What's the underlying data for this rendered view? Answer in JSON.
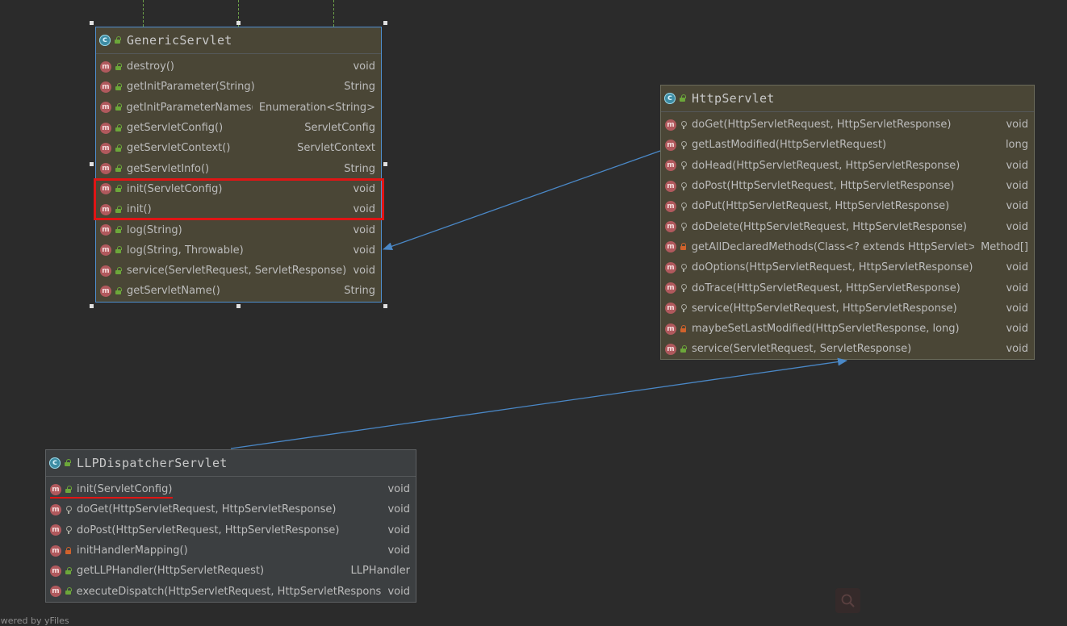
{
  "diagram": {
    "classes": [
      {
        "id": "GenericServlet",
        "name": "GenericServlet",
        "kind_icon": "class-icon",
        "methods": [
          {
            "sig": "destroy()",
            "ret": "void",
            "vis": "public"
          },
          {
            "sig": "getInitParameter(String)",
            "ret": "String",
            "vis": "public"
          },
          {
            "sig": "getInitParameterNames()",
            "ret": "Enumeration<String>",
            "vis": "public"
          },
          {
            "sig": "getServletConfig()",
            "ret": "ServletConfig",
            "vis": "public"
          },
          {
            "sig": "getServletContext()",
            "ret": "ServletContext",
            "vis": "public"
          },
          {
            "sig": "getServletInfo()",
            "ret": "String",
            "vis": "public"
          },
          {
            "sig": "init(ServletConfig)",
            "ret": "void",
            "vis": "public"
          },
          {
            "sig": "init()",
            "ret": "void",
            "vis": "public"
          },
          {
            "sig": "log(String)",
            "ret": "void",
            "vis": "public"
          },
          {
            "sig": "log(String, Throwable)",
            "ret": "void",
            "vis": "public"
          },
          {
            "sig": "service(ServletRequest, ServletResponse)",
            "ret": "void",
            "vis": "public"
          },
          {
            "sig": "getServletName()",
            "ret": "String",
            "vis": "public"
          }
        ]
      },
      {
        "id": "HttpServlet",
        "name": "HttpServlet",
        "kind_icon": "class-icon",
        "methods": [
          {
            "sig": "doGet(HttpServletRequest, HttpServletResponse)",
            "ret": "void",
            "vis": "protected"
          },
          {
            "sig": "getLastModified(HttpServletRequest)",
            "ret": "long",
            "vis": "protected"
          },
          {
            "sig": "doHead(HttpServletRequest, HttpServletResponse)",
            "ret": "void",
            "vis": "protected"
          },
          {
            "sig": "doPost(HttpServletRequest, HttpServletResponse)",
            "ret": "void",
            "vis": "protected"
          },
          {
            "sig": "doPut(HttpServletRequest, HttpServletResponse)",
            "ret": "void",
            "vis": "protected"
          },
          {
            "sig": "doDelete(HttpServletRequest, HttpServletResponse)",
            "ret": "void",
            "vis": "protected"
          },
          {
            "sig": "getAllDeclaredMethods(Class<? extends HttpServlet>)",
            "ret": "Method[]",
            "vis": "private"
          },
          {
            "sig": "doOptions(HttpServletRequest, HttpServletResponse)",
            "ret": "void",
            "vis": "protected"
          },
          {
            "sig": "doTrace(HttpServletRequest, HttpServletResponse)",
            "ret": "void",
            "vis": "protected"
          },
          {
            "sig": "service(HttpServletRequest, HttpServletResponse)",
            "ret": "void",
            "vis": "protected"
          },
          {
            "sig": "maybeSetLastModified(HttpServletResponse, long)",
            "ret": "void",
            "vis": "private"
          },
          {
            "sig": "service(ServletRequest, ServletResponse)",
            "ret": "void",
            "vis": "public"
          }
        ]
      },
      {
        "id": "LLPDispatcherServlet",
        "name": "LLPDispatcherServlet",
        "kind_icon": "class-icon",
        "methods": [
          {
            "sig": "init(ServletConfig)",
            "ret": "void",
            "vis": "public"
          },
          {
            "sig": "doGet(HttpServletRequest, HttpServletResponse)",
            "ret": "void",
            "vis": "protected"
          },
          {
            "sig": "doPost(HttpServletRequest, HttpServletResponse)",
            "ret": "void",
            "vis": "protected"
          },
          {
            "sig": "initHandlerMapping()",
            "ret": "void",
            "vis": "private"
          },
          {
            "sig": "getLLPHandler(HttpServletRequest)",
            "ret": "LLPHandler",
            "vis": "public"
          },
          {
            "sig": "executeDispatch(HttpServletRequest, HttpServletResponse)",
            "ret": "void",
            "vis": "public"
          }
        ]
      }
    ],
    "edges": [
      {
        "from": "HttpServlet",
        "to": "GenericServlet",
        "type": "extends"
      },
      {
        "from": "LLPDispatcherServlet",
        "to": "HttpServlet",
        "type": "extends"
      }
    ],
    "method_icon_letter": "m",
    "class_icon_letter": "c",
    "colors": {
      "background": "#2b2b2b",
      "edge": "#4a88c7",
      "annotation": "#e01515",
      "method_icon": "#b0595d",
      "class_icon": "#3d8ca3",
      "public": "#6ca73a",
      "private": "#d0622c"
    }
  },
  "footer": {
    "text": "owered by yFiles"
  },
  "toolbar": {
    "search_icon": "search-icon"
  }
}
